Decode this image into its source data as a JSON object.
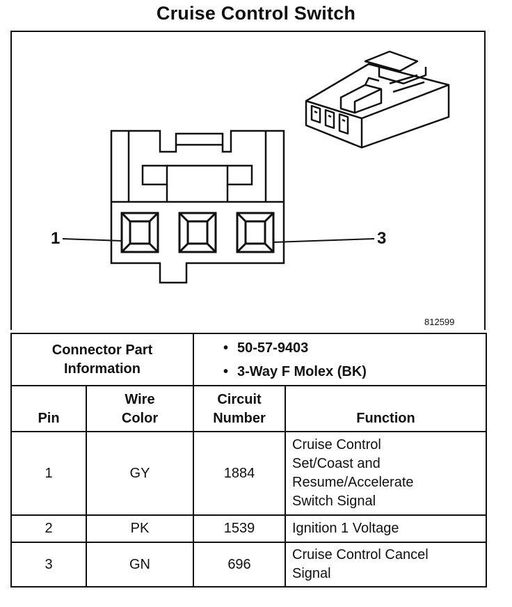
{
  "title": "Cruise Control Switch",
  "figure_id": "812599",
  "pin_labels": [
    "1",
    "3"
  ],
  "connector_info": {
    "label_line1": "Connector Part",
    "label_line2": "Information",
    "bullets": [
      "50-57-9403",
      "3-Way F Molex (BK)"
    ]
  },
  "table": {
    "headers": {
      "pin": "Pin",
      "wire_color_line1": "Wire",
      "wire_color_line2": "Color",
      "circuit_line1": "Circuit",
      "circuit_line2": "Number",
      "function": "Function"
    },
    "rows": [
      {
        "pin": "1",
        "wire_color": "GY",
        "circuit": "1884",
        "function_lines": [
          "Cruise Control",
          "Set/Coast and",
          "Resume/Accelerate",
          "Switch Signal"
        ]
      },
      {
        "pin": "2",
        "wire_color": "PK",
        "circuit": "1539",
        "function_lines": [
          "Ignition 1 Voltage"
        ]
      },
      {
        "pin": "3",
        "wire_color": "GN",
        "circuit": "696",
        "function_lines": [
          "Cruise Control Cancel",
          "Signal"
        ]
      }
    ]
  }
}
